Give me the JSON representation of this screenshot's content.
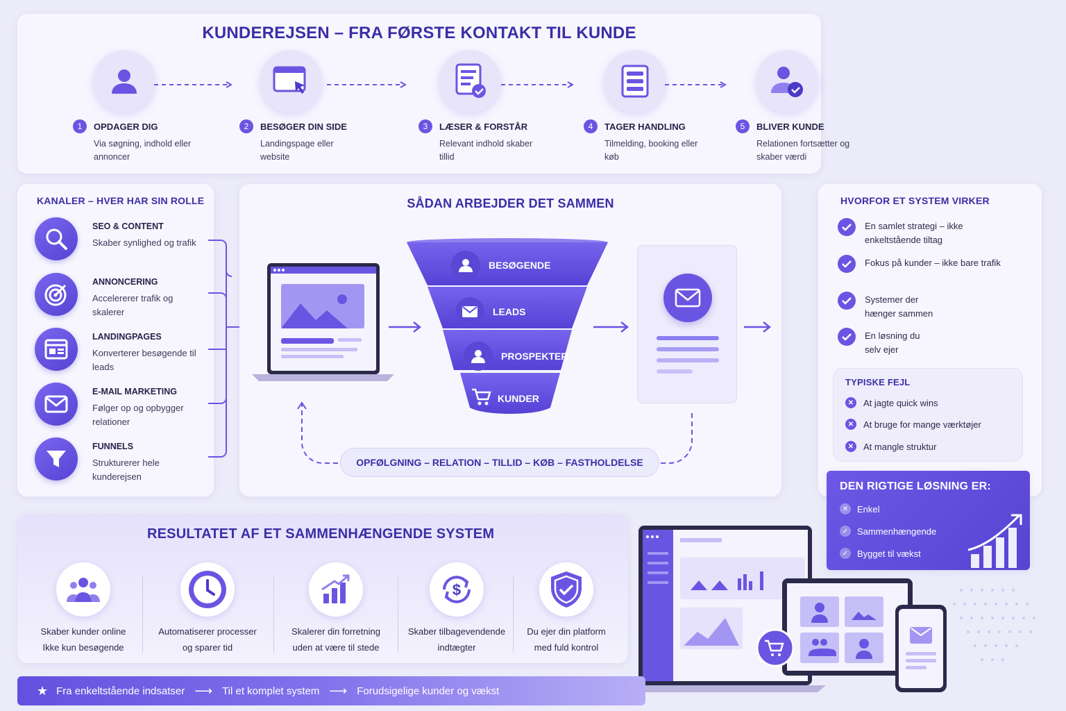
{
  "journey": {
    "title": "KUNDEREJSEN – FRA FØRSTE KONTAKT TIL KUNDE",
    "steps": [
      {
        "num": "1",
        "title": "OPDAGER DIG",
        "desc": "Via søgning, indhold eller annoncer",
        "icon": "user-icon"
      },
      {
        "num": "2",
        "title": "BESØGER DIN SIDE",
        "desc": "Landingspage eller website",
        "icon": "browser-click-icon"
      },
      {
        "num": "3",
        "title": "LÆSER & FORSTÅR",
        "desc": "Relevant indhold skaber tillid",
        "icon": "document-check-icon"
      },
      {
        "num": "4",
        "title": "TAGER HANDLING",
        "desc": "Tilmelding, booking eller køb",
        "icon": "form-icon"
      },
      {
        "num": "5",
        "title": "BLIVER KUNDE",
        "desc": "Relationen fortsætter og skaber værdi",
        "icon": "user-check-icon"
      }
    ]
  },
  "channels": {
    "title": "KANALER – HVER HAR SIN ROLLE",
    "items": [
      {
        "title": "SEO & CONTENT",
        "desc": "Skaber synlighed og trafik",
        "icon": "search-icon"
      },
      {
        "title": "ANNONCERING",
        "desc": "Accelererer trafik og skalerer",
        "icon": "target-icon"
      },
      {
        "title": "LANDINGPAGES",
        "desc": "Konverterer besøgende til leads",
        "icon": "landing-page-icon"
      },
      {
        "title": "E-MAIL MARKETING",
        "desc": "Følger op og opbygger relationer",
        "icon": "mail-icon"
      },
      {
        "title": "FUNNELS",
        "desc": "Strukturerer hele kunderejsen",
        "icon": "funnel-icon"
      }
    ]
  },
  "middle": {
    "title": "SÅDAN ARBEJDER DET SAMMEN",
    "funnel": [
      {
        "label": "BESØGENDE",
        "icon": "user-icon"
      },
      {
        "label": "LEADS",
        "icon": "mail-icon"
      },
      {
        "label": "PROSPEKTER",
        "icon": "user-icon"
      },
      {
        "label": "KUNDER",
        "icon": "cart-icon"
      }
    ],
    "loop": "OPFØLGNING – RELATION – TILLID – KØB – FASTHOLDELSE"
  },
  "why": {
    "title": "HVORFOR ET SYSTEM VIRKER",
    "items": [
      "En samlet strategi – ikke enkeltstående tiltag",
      "Fokus på kunder – ikke bare trafik",
      "Systemer der hænger sammen",
      "En løsning du selv ejer"
    ]
  },
  "mistakes": {
    "title": "TYPISKE FEJL",
    "items": [
      "At jagte quick wins",
      "At bruge for mange værktøjer",
      "At mangle struktur"
    ]
  },
  "solution": {
    "title": "DEN RIGTIGE LØSNING ER:",
    "items": [
      "Enkel",
      "Sammenhængende",
      "Bygget til vækst"
    ]
  },
  "results": {
    "title": "RESULTATET AF ET SAMMENHÆNGENDE SYSTEM",
    "items": [
      {
        "line1": "Skaber kunder online",
        "line2": "Ikke kun besøgende",
        "icon": "people-icon"
      },
      {
        "line1": "Automatiserer processer",
        "line2": "og sparer tid",
        "icon": "clock-icon"
      },
      {
        "line1": "Skalerer din forretning",
        "line2": "uden at være til stede",
        "icon": "growth-chart-icon"
      },
      {
        "line1": "Skaber tilbagevendende",
        "line2": "indtægter",
        "icon": "recurring-dollar-icon"
      },
      {
        "line1": "Du ejer din platform",
        "line2": "med fuld kontrol",
        "icon": "shield-check-icon"
      }
    ]
  },
  "bar": {
    "items": [
      "Fra enkeltstående indsatser",
      "Til et komplet system",
      "Forudsigelige kunder og vækst"
    ]
  },
  "colors": {
    "accent": "#6a55e2",
    "dark": "#3b2ea6",
    "background": "#ecebf9"
  }
}
